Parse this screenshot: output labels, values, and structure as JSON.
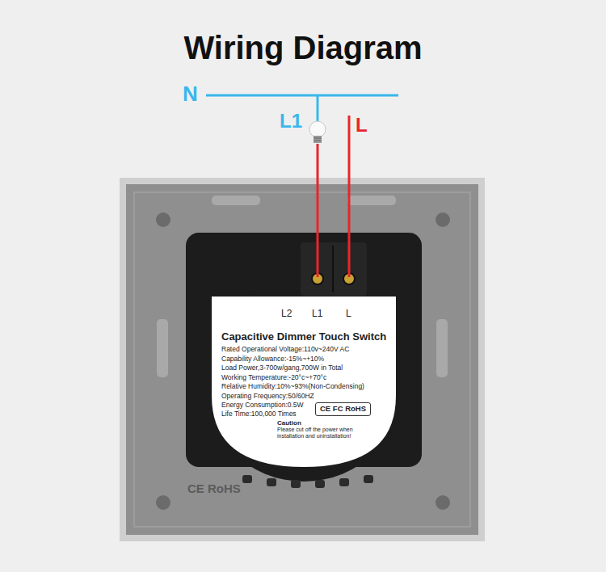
{
  "diagram": {
    "title": "Wiring Diagram",
    "nodes": [
      {
        "text": [
          "Capacitive Dimmer Touch Switch",
          "Rated Operational Voltage:110v~240V AC",
          "Capability Allowance:-15%~+10%",
          "Load Power,3-700w/gang,700W in Total",
          "Working Temperature:-20°c~+70°c",
          "Relative Humidity:10%~93%(Non-Condensing)",
          "Operating Frequency:50/60HZ",
          "Energy Consumption:0.5W",
          "Life Time:100,000 Times",
          "Caution",
          "Please cut off the power when installation and uninstallation!"
        ]
      },
      {
        "text": [
          "CE FC RoHS"
        ],
        "in": 0
      }
    ],
    "labels": [
      "N",
      "L1",
      "L",
      "L2",
      "L1",
      "L",
      "CE RoHS"
    ]
  }
}
